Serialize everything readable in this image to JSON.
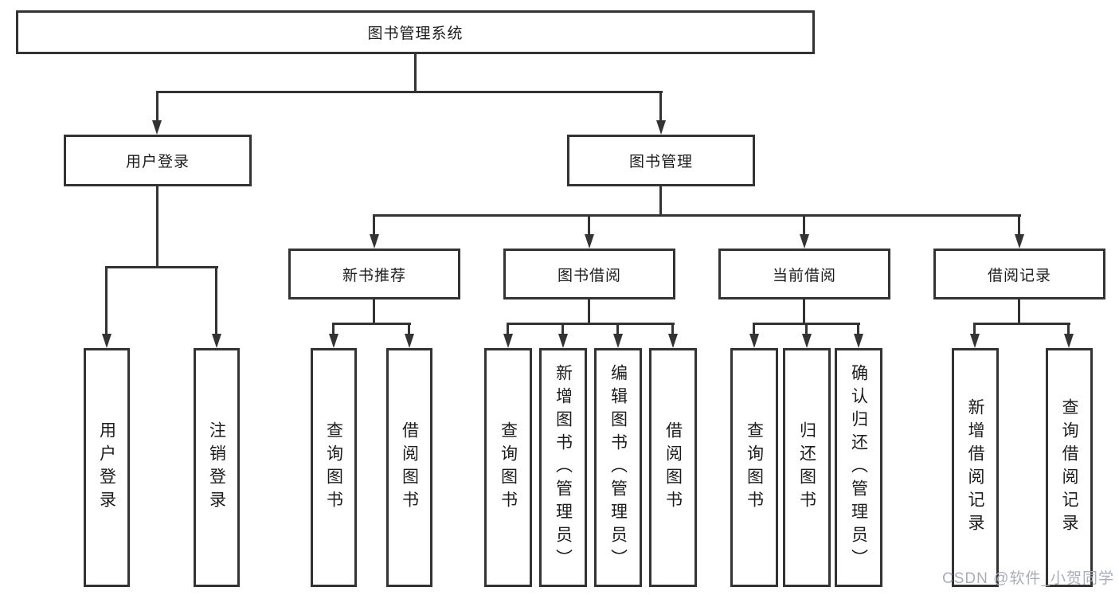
{
  "diagram": {
    "root": {
      "label": "图书管理系统"
    },
    "level2": {
      "user_login": {
        "label": "用户登录"
      },
      "book_management": {
        "label": "图书管理"
      }
    },
    "level3": {
      "new_book_recommend": {
        "label": "新书推荐"
      },
      "book_borrow": {
        "label": "图书借阅"
      },
      "current_borrow": {
        "label": "当前借阅"
      },
      "borrow_records": {
        "label": "借阅记录"
      }
    },
    "leaves": {
      "login": [
        "用户登录",
        "注销登录"
      ],
      "recommend": [
        "查询图书",
        "借阅图书"
      ],
      "borrow": [
        "查询图书",
        "新增图书（管理员）",
        "编辑图书（管理员）",
        "借阅图书"
      ],
      "current": [
        "查询图书",
        "归还图书",
        "确认归还（管理员）"
      ],
      "records": [
        "新增借阅记录",
        "查询借阅记录"
      ]
    }
  },
  "watermark": {
    "text": "CSDN @软件_小贺同学"
  },
  "colors": {
    "line": "#333333",
    "box_border": "#333333",
    "text": "#1c1c1c",
    "watermark": "#a8adb8",
    "background": "#ffffff"
  }
}
